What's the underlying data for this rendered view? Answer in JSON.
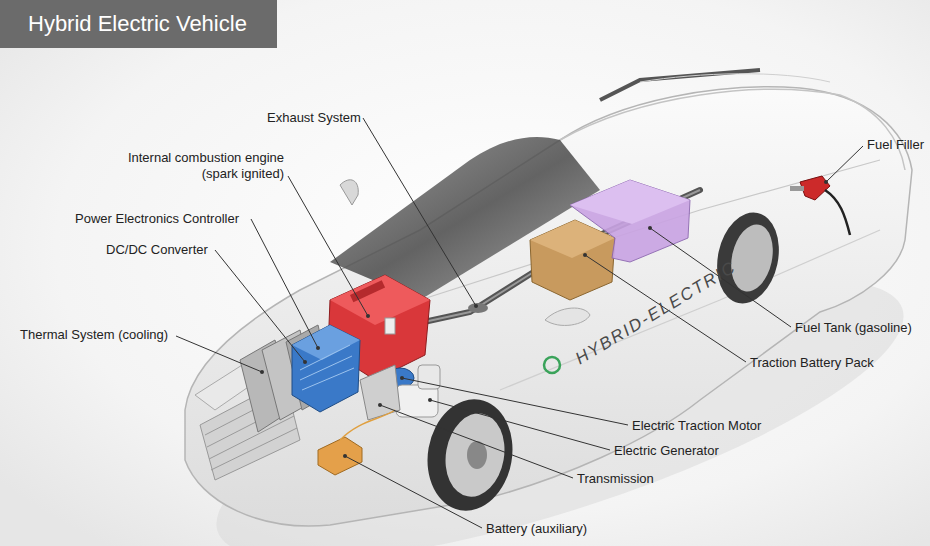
{
  "diagram": {
    "title": "Hybrid Electric Vehicle",
    "labels": [
      "Exhaust System",
      "Internal combustion engine (spark ignited)",
      "Power Electronics Controller",
      "DC/DC Converter",
      "Thermal System (cooling)",
      "Fuel Filler",
      "Fuel Tank (gasoline)",
      "Traction Battery Pack",
      "Electric Traction Motor",
      "Electric Generator",
      "Transmission",
      "Battery (auxiliary)",
      "HYBRID-ELECTRIC"
    ]
  }
}
